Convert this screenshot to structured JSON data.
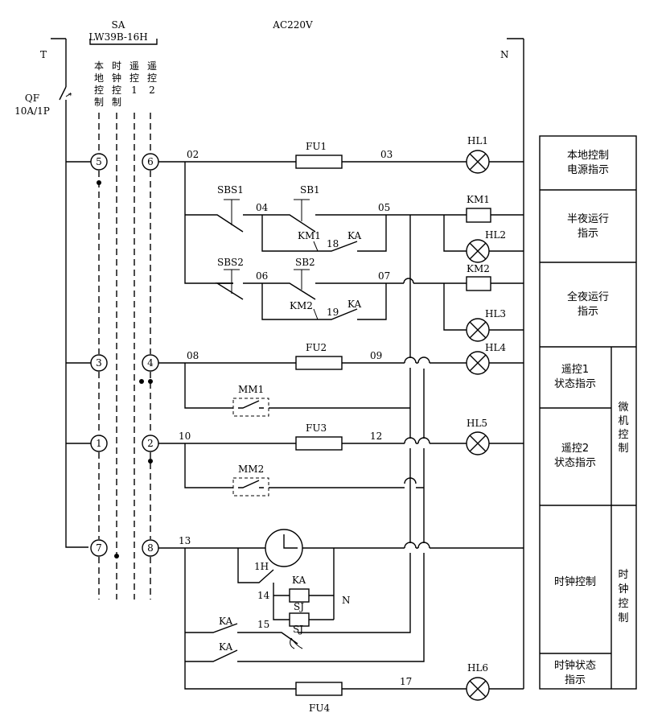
{
  "header": {
    "switch_name": "SA",
    "switch_model": "LW39B-16H",
    "supply": "AC220V",
    "line_t": "T",
    "line_n": "N",
    "breaker_name": "QF",
    "breaker_rating": "10A/1P"
  },
  "positions": {
    "local": [
      "本",
      "地",
      "控",
      "制"
    ],
    "clock": [
      "时",
      "钟",
      "控",
      "制"
    ],
    "remote1": [
      "遥",
      "控",
      "1"
    ],
    "remote2": [
      "遥",
      "控",
      "2"
    ]
  },
  "terminals": [
    "5",
    "6",
    "3",
    "4",
    "1",
    "2",
    "7",
    "8"
  ],
  "nodes": [
    "02",
    "03",
    "04",
    "05",
    "18",
    "06",
    "07",
    "19",
    "08",
    "09",
    "10",
    "12",
    "13",
    "14",
    "15",
    "17"
  ],
  "components": {
    "fu1": "FU1",
    "fu2": "FU2",
    "fu3": "FU3",
    "fu4": "FU4",
    "hl1": "HL1",
    "hl2": "HL2",
    "hl3": "HL3",
    "hl4": "HL4",
    "hl5": "HL5",
    "hl6": "HL6",
    "km1": "KM1",
    "km2": "KM2",
    "sbs1": "SBS1",
    "sbs2": "SBS2",
    "sb1": "SB1",
    "sb2": "SB2",
    "ka": "KA",
    "mm1": "MM1",
    "mm2": "MM2",
    "h1": "1H",
    "sj": "SJ",
    "n": "N"
  },
  "legend": {
    "power": [
      "本地控制",
      "电源指示"
    ],
    "half_night": [
      "半夜运行",
      "指示"
    ],
    "full_night": [
      "全夜运行",
      "指示"
    ],
    "remote1": [
      "遥控1",
      "状态指示"
    ],
    "remote2": [
      "遥控2",
      "状态指示"
    ],
    "micro": [
      "微",
      "机",
      "控",
      "制"
    ],
    "clock_ctrl": "时钟控制",
    "clock_side": [
      "时",
      "钟",
      "控",
      "制"
    ],
    "clock_status": [
      "时钟状态",
      "指示"
    ]
  }
}
